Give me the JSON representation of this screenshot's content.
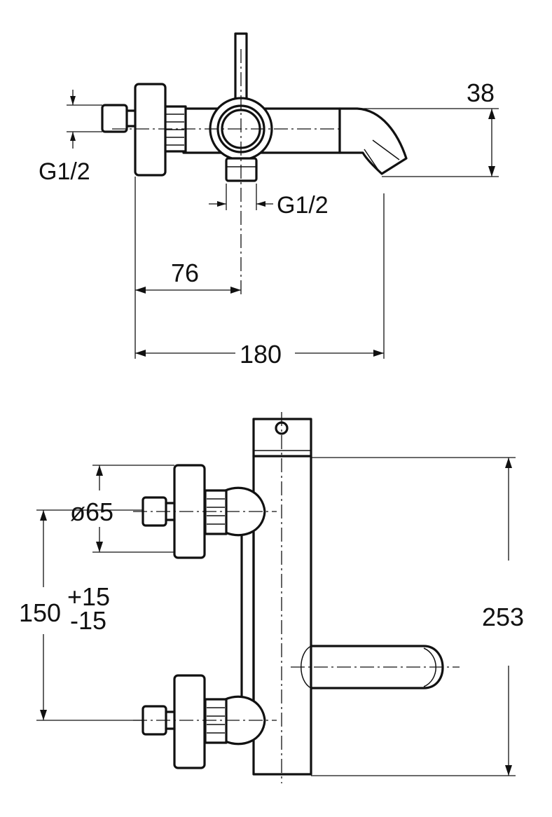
{
  "top_view": {
    "dim_depth": "38",
    "dim_inlet_thread": "G1/2",
    "dim_outlet_thread": "G1/2",
    "dim_axis_offset": "76",
    "dim_total_length": "180"
  },
  "front_view": {
    "dim_flange_diameter": "ø65",
    "dim_center_distance": "150",
    "dim_tol_plus": "+15",
    "dim_tol_minus": "-15",
    "dim_height": "253"
  }
}
